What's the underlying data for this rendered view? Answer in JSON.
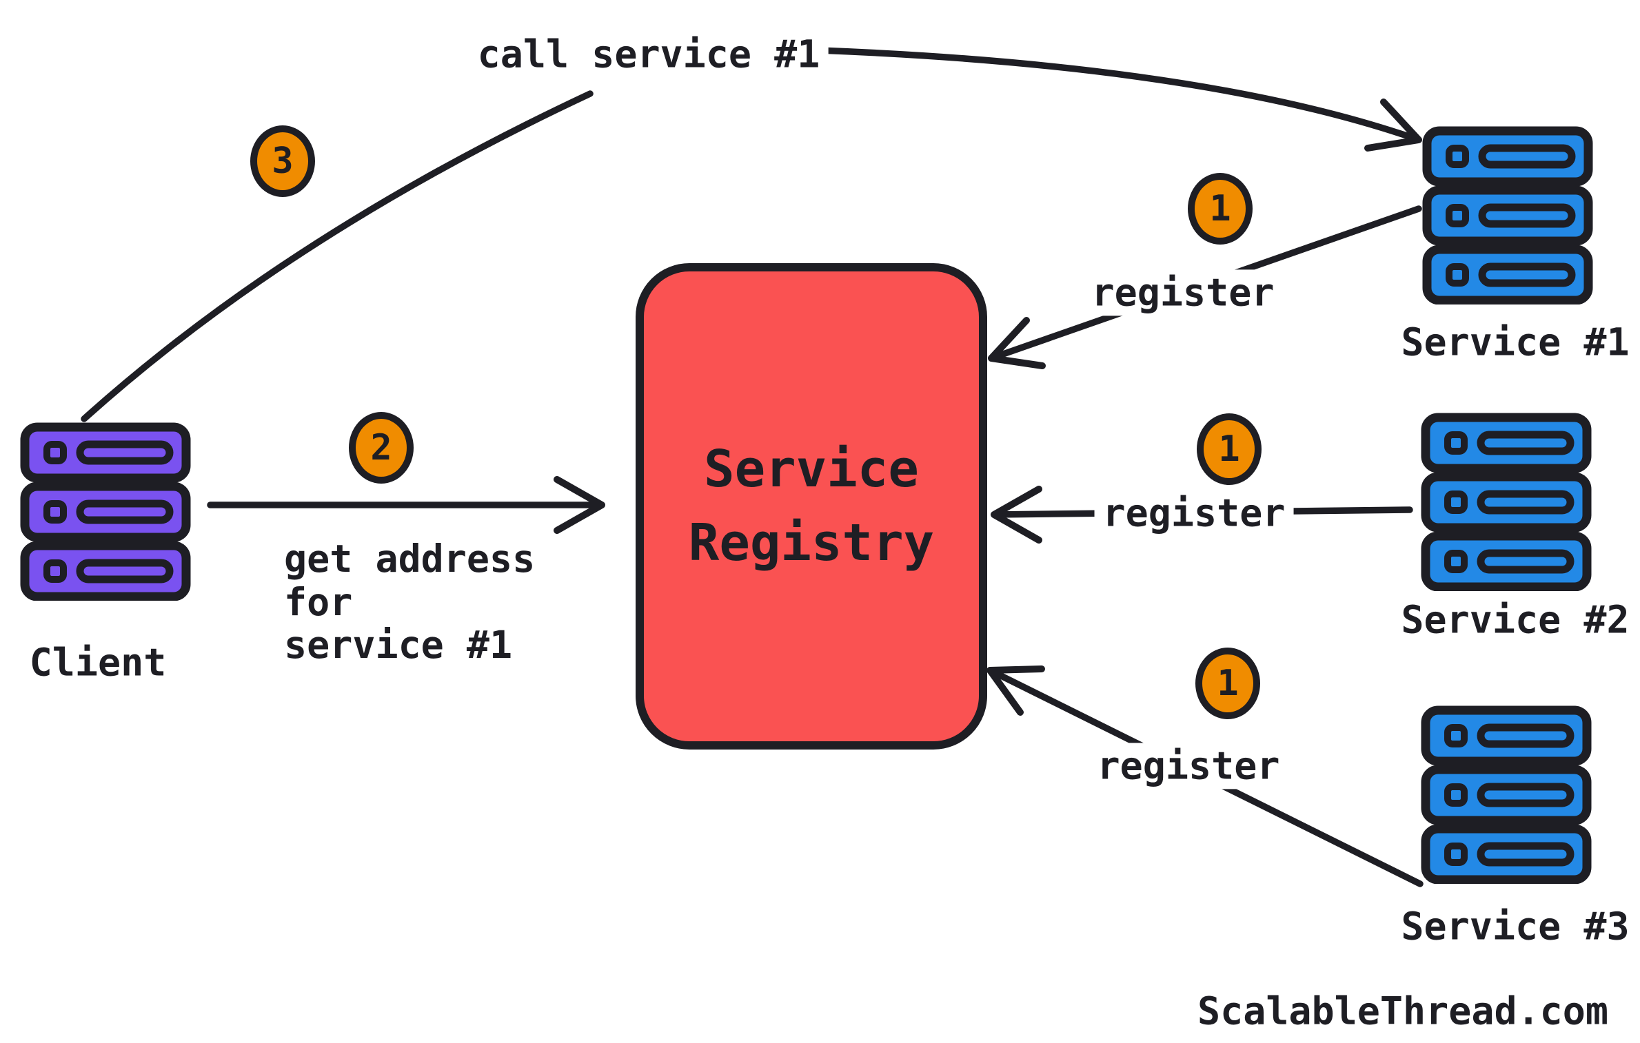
{
  "colors": {
    "ink": "#1e1e24",
    "red": "#FA5252",
    "blue": "#2389E6",
    "violet": "#7A52F0",
    "orange": "#F08C00",
    "bg": "#FFFFFF"
  },
  "registry": {
    "title": "Service\nRegistry"
  },
  "nodes": {
    "client": {
      "label": "Client"
    },
    "service1": {
      "label": "Service #1"
    },
    "service2": {
      "label": "Service #2"
    },
    "service3": {
      "label": "Service #3"
    }
  },
  "steps": {
    "call": {
      "badge": "3",
      "label": "call service #1"
    },
    "get_address": {
      "badge": "2",
      "label": "get address\nfor\nservice #1"
    },
    "register1": {
      "badge": "1",
      "label": "register"
    },
    "register2": {
      "badge": "1",
      "label": "register"
    },
    "register3": {
      "badge": "1",
      "label": "register"
    }
  },
  "footer": {
    "site": "ScalableThread.com"
  }
}
